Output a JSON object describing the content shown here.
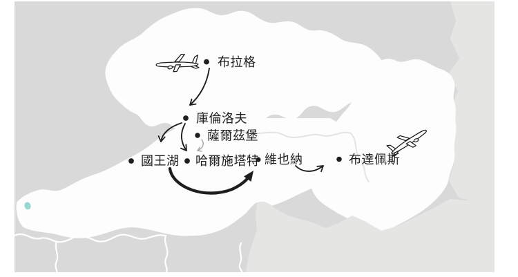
{
  "map": {
    "colors": {
      "page_background": "#ffffff",
      "land_base": "#d9d9d9",
      "land_light": "#e5e5e4",
      "country_highlight": "#fdfdfd",
      "border_faint": "#e3e3e3",
      "border_white": "#ffffff",
      "lake": "#96d7d2",
      "ink": "#1e1e1e",
      "gray_arrow": "#a8a8a8"
    }
  },
  "route": {
    "stops": [
      {
        "id": "prague",
        "label": "布拉格"
      },
      {
        "id": "cesky-krumlov",
        "label": "庫倫洛夫"
      },
      {
        "id": "salzburg",
        "label": "薩爾茲堡"
      },
      {
        "id": "koenigssee",
        "label": "國王湖"
      },
      {
        "id": "hallstatt",
        "label": "哈爾施塔特"
      },
      {
        "id": "vienna",
        "label": "維也納"
      },
      {
        "id": "budapest",
        "label": "布達佩斯"
      }
    ],
    "icons": [
      {
        "name": "airplane-arrival-icon"
      },
      {
        "name": "airplane-departure-icon"
      }
    ]
  }
}
